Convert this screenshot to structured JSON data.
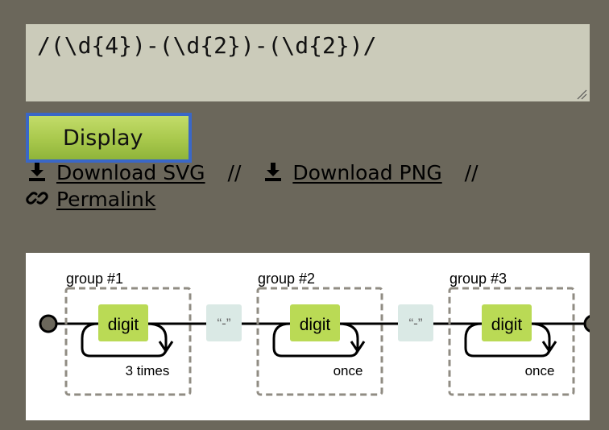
{
  "regex_input": {
    "value": "/(\\d{4})-(\\d{2})-(\\d{2})/"
  },
  "display_button": {
    "label": "Display"
  },
  "links": {
    "download_svg": "Download SVG",
    "download_png": "Download PNG",
    "permalink": "Permalink",
    "separator": "//"
  },
  "icons": {
    "download": "download-icon",
    "link": "link-icon"
  },
  "diagram": {
    "groups": [
      {
        "label": "group #1",
        "node": "digit",
        "repeat": "3 times"
      },
      {
        "label": "group #2",
        "node": "digit",
        "repeat": "once"
      },
      {
        "label": "group #3",
        "node": "digit",
        "repeat": "once"
      }
    ],
    "literals": [
      "“-”",
      "“-”"
    ],
    "colors": {
      "background": "#6b675b",
      "input_bg": "#cbcbba",
      "button_green": "#a8c84c",
      "button_border": "#3a67c7",
      "node_fill": "#bada55",
      "literal_fill": "#dae9e5",
      "group_stroke": "#908c83"
    }
  }
}
